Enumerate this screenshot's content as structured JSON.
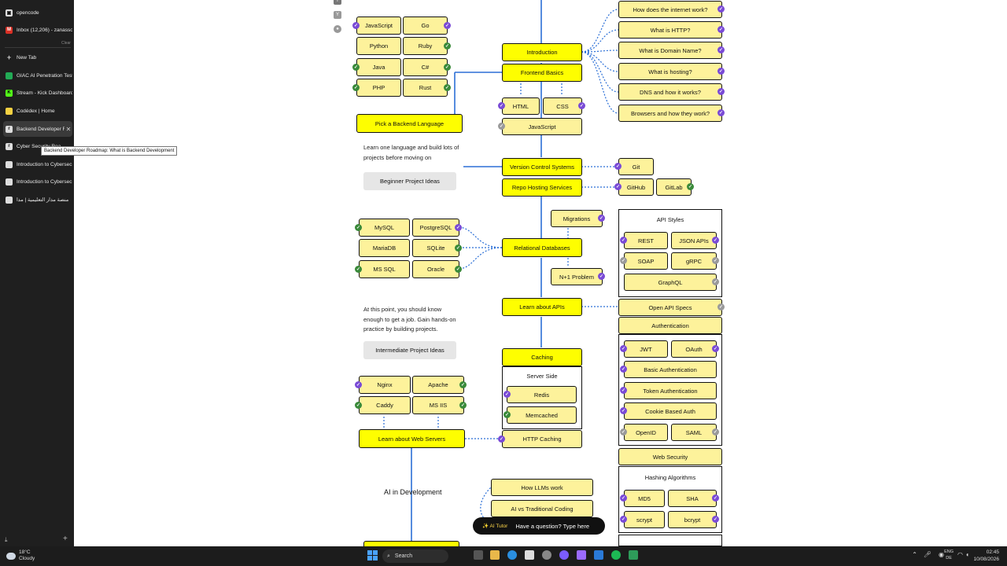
{
  "sidebar": {
    "tabs": [
      {
        "label": "opencode",
        "icon": "opencode-icon"
      },
      {
        "label": "Inbox (12,206) - zanasso",
        "icon": "gmail-icon"
      },
      {
        "label": "New Tab",
        "icon": "plus-icon"
      },
      {
        "label": "GIAC AI Penetration Teste",
        "icon": "giac-icon"
      },
      {
        "label": "Stream - Kick Dashboard",
        "icon": "kick-icon"
      },
      {
        "label": "Codédex | Home",
        "icon": "codedex-icon"
      },
      {
        "label": "Backend Developer R",
        "icon": "roadmap-icon"
      },
      {
        "label": "Cyber Security Roa",
        "icon": "roadmap-icon"
      },
      {
        "label": "Introduction to Cybersec",
        "icon": "page-icon"
      },
      {
        "label": "Introduction to Cybersec",
        "icon": "page-icon"
      },
      {
        "label": "منصة مدار التعليمية | مدا",
        "icon": "page-icon"
      }
    ],
    "clear_label": "Clear",
    "tooltip": "Backend Developer Roadmap: What is Backend Development"
  },
  "roadmap": {
    "languages": [
      "JavaScript",
      "Go",
      "Python",
      "Ruby",
      "Java",
      "C#",
      "PHP",
      "Rust"
    ],
    "pick_language": "Pick a Backend Language",
    "introduction": "Introduction",
    "intro_topics": [
      "How does the internet work?",
      "What is HTTP?",
      "What is Domain Name?",
      "What is hosting?",
      "DNS and how it works?",
      "Browsers and how they work?"
    ],
    "frontend_basics": "Frontend Basics",
    "frontend_topics": [
      "HTML",
      "CSS",
      "JavaScript"
    ],
    "note1": "Learn one language and build lots of projects before moving on",
    "beginner_projects": "Beginner Project Ideas",
    "vcs": "Version Control Systems",
    "git": "Git",
    "repo_hosting": "Repo Hosting Services",
    "repo_topics": [
      "GitHub",
      "GitLab"
    ],
    "databases": [
      "MySQL",
      "PostgreSQL",
      "MariaDB",
      "SQLite",
      "MS SQL",
      "Oracle"
    ],
    "relational_db": "Relational Databases",
    "migrations": "Migrations",
    "n_plus_one": "N+1 Problem",
    "api_styles_title": "API Styles",
    "api_styles": [
      "REST",
      "JSON APIs",
      "SOAP",
      "gRPC",
      "GraphQL"
    ],
    "note2": "At this point, you should know enough to get a job. Gain hands-on practice by building projects.",
    "intermediate_projects": "Intermediate Project Ideas",
    "learn_apis": "Learn about APIs",
    "open_api": "Open API Specs",
    "authentication": "Authentication",
    "auth_topics": [
      "JWT",
      "OAuth",
      "Basic Authentication",
      "Token Authentication",
      "Cookie Based Auth",
      "OpenID",
      "SAML"
    ],
    "caching": "Caching",
    "server_side": "Server Side",
    "cache_topics": [
      "Redis",
      "Memcached"
    ],
    "http_caching": "HTTP Caching",
    "web_servers_list": [
      "Nginx",
      "Apache",
      "Caddy",
      "MS IIS"
    ],
    "learn_web_servers": "Learn about Web Servers",
    "web_security": "Web Security",
    "hashing_title": "Hashing Algorithms",
    "hashing": [
      "MD5",
      "SHA",
      "scrypt",
      "bcrypt"
    ],
    "ai_dev": "AI in Development",
    "ai_topics": [
      "How LLMs work",
      "AI vs Traditional Coding"
    ]
  },
  "ai_tutor": {
    "label": "✨ AI Tutor",
    "placeholder": "Have a question? Type here"
  },
  "taskbar": {
    "weather_temp": "18°C",
    "weather_desc": "Cloudy",
    "search": "Search",
    "lang_top": "ENG",
    "lang_bottom": "DE",
    "time": "02:45",
    "date": "10/08/2026"
  },
  "colors": {
    "node": "#fdf29b",
    "main_node": "#fefe00",
    "done": "#7a4bd6",
    "done_alt": "#3a8a3a",
    "skip": "#9a9a9a",
    "line": "#2b6fd6"
  }
}
